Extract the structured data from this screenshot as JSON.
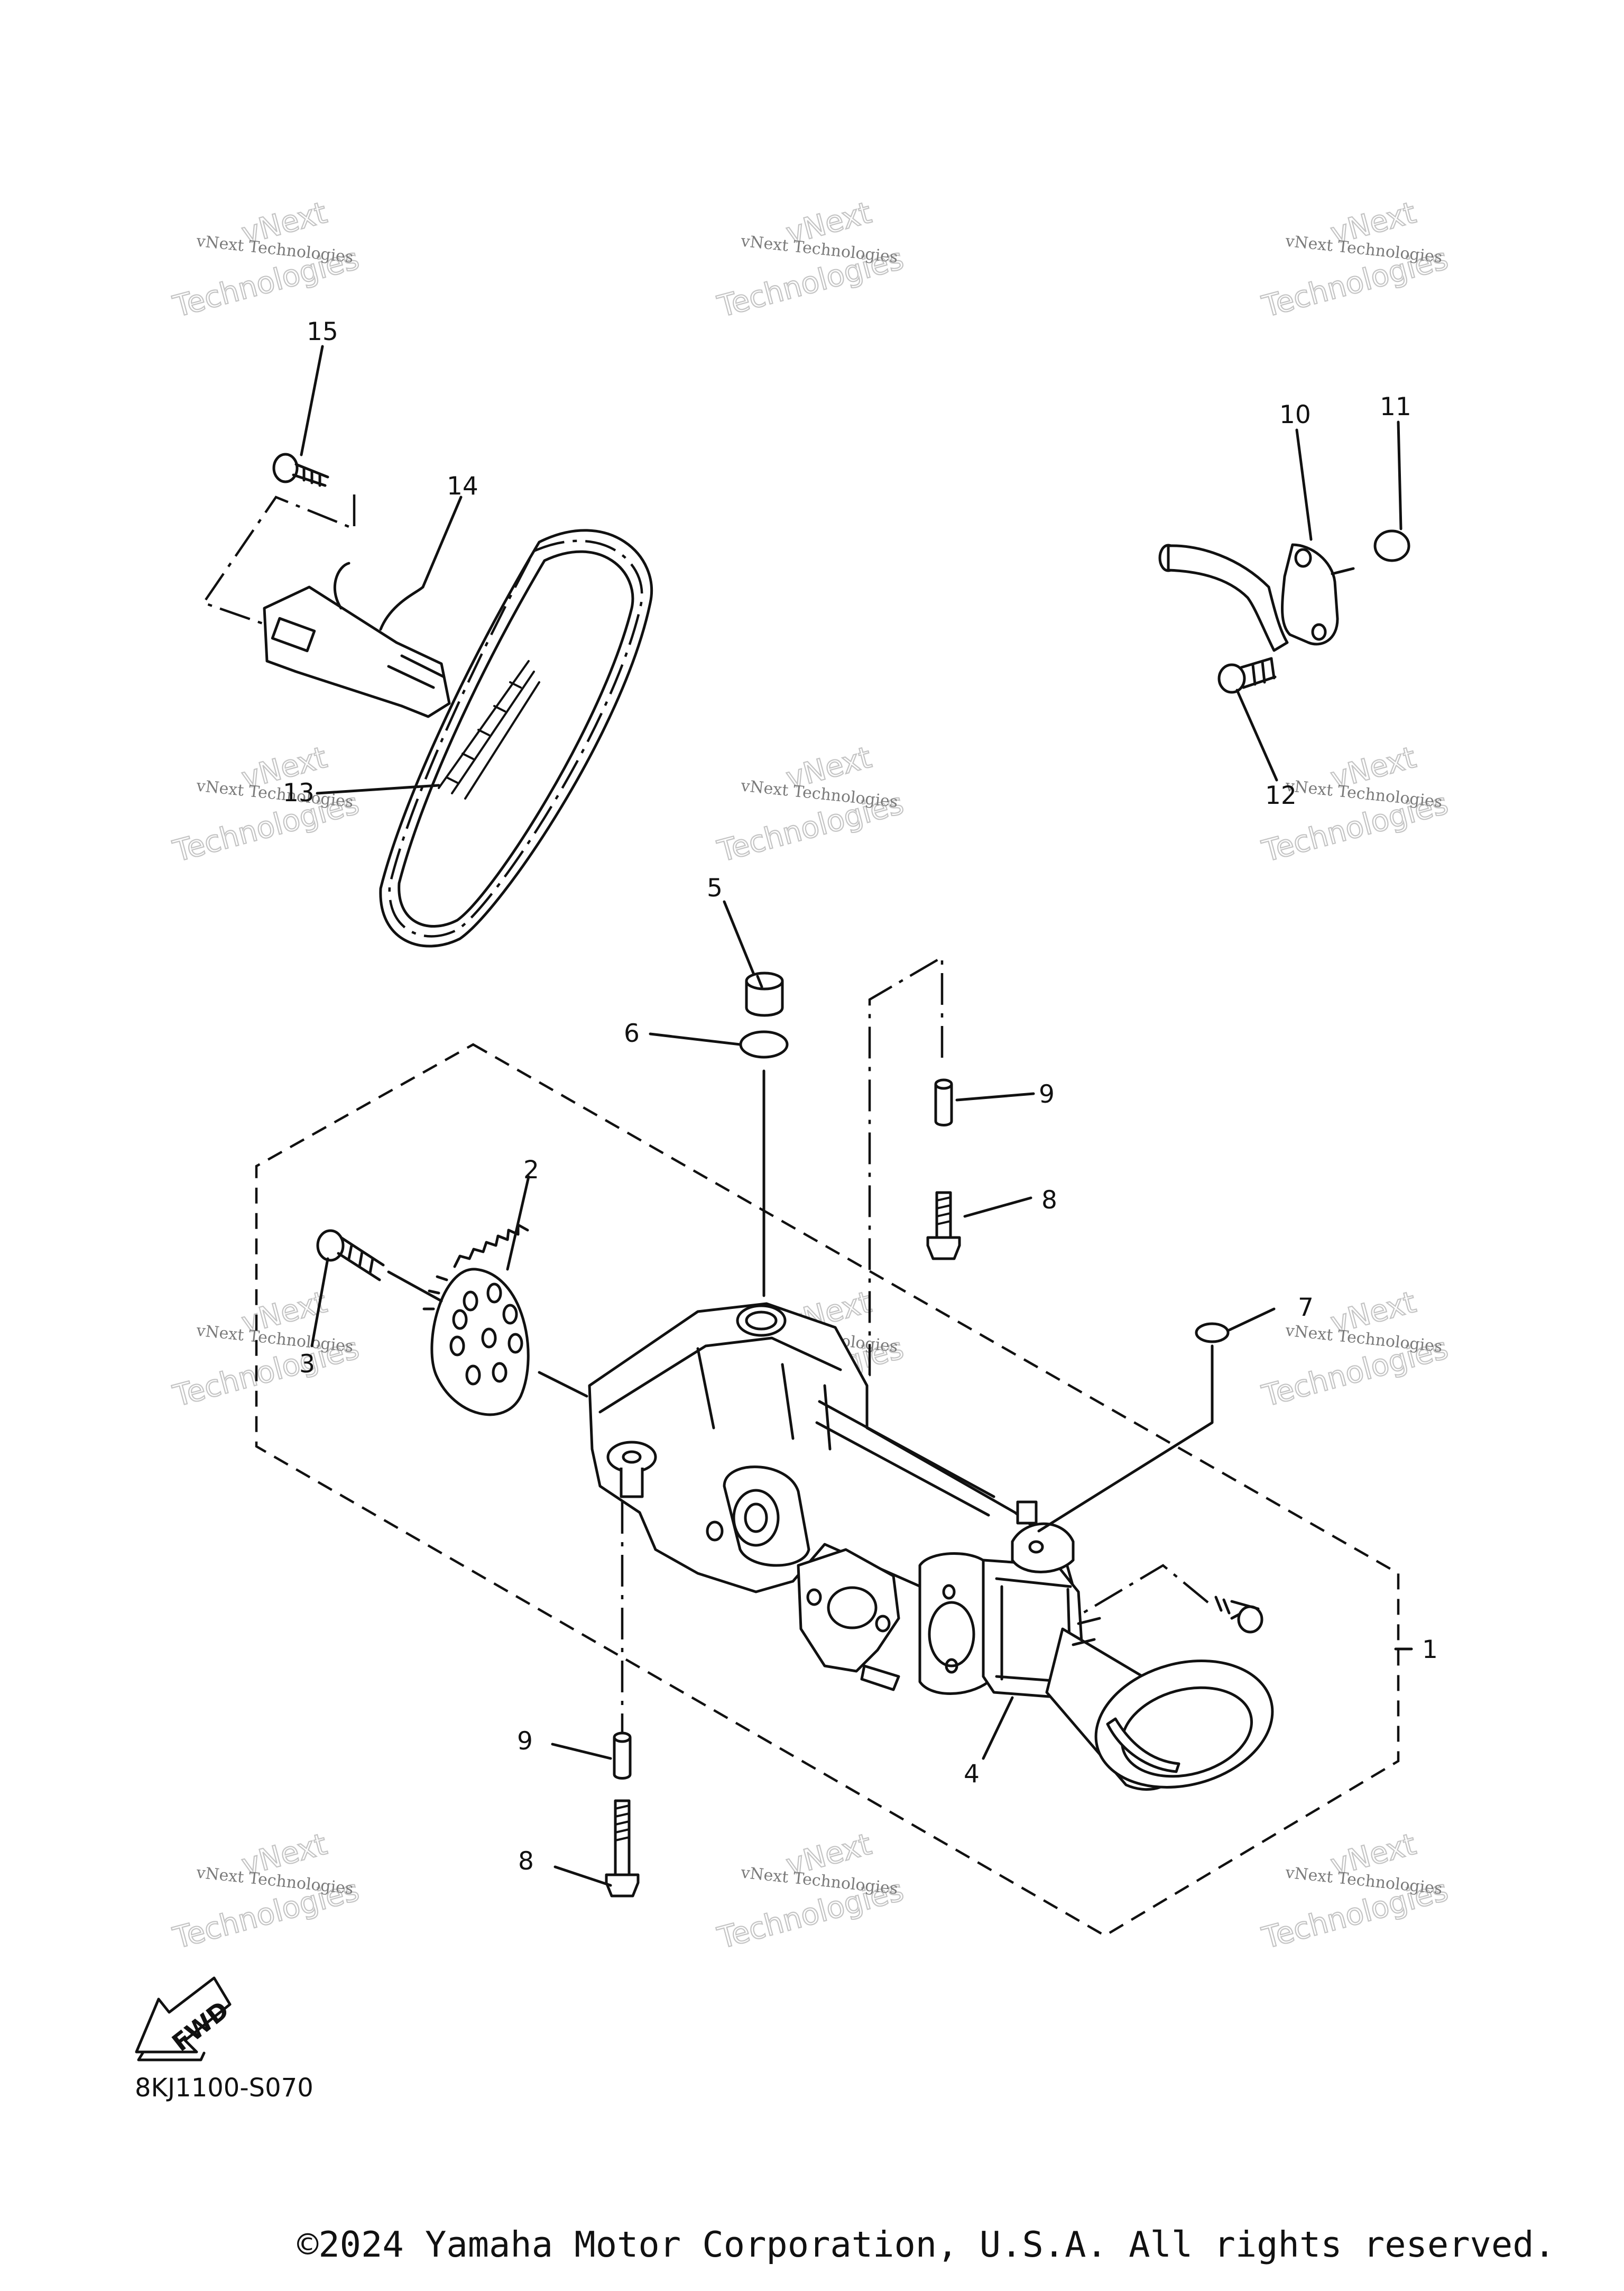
{
  "diagram": {
    "code": "8KJ1100-S070",
    "copyright": "©2024 Yamaha Motor Corporation, U.S.A. All rights reserved.",
    "fwd_label": "FWD",
    "watermark": {
      "line1": "vNext Technologies",
      "line2": "Technologies",
      "line3": "vNext"
    },
    "callouts": [
      "1",
      "2",
      "3",
      "4",
      "5",
      "6",
      "7",
      "8",
      "8",
      "9",
      "9",
      "10",
      "11",
      "12",
      "13",
      "14",
      "15"
    ]
  }
}
